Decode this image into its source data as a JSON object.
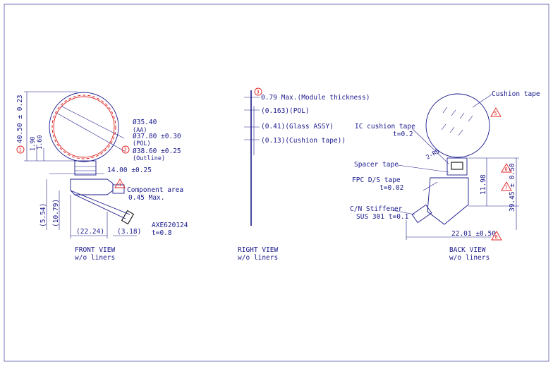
{
  "views": {
    "front": {
      "title": "FRONT VIEW",
      "subtitle": "w/o liners"
    },
    "right": {
      "title": "RIGHT VIEW",
      "subtitle": "w/o liners"
    },
    "back": {
      "title": "BACK VIEW",
      "subtitle": "w/o liners"
    }
  },
  "front": {
    "dim_height": "40.50 ± 0.23",
    "dim_190": "1.90",
    "dim_160": "1.60",
    "dim_aa": "Ø35.40",
    "aa_label": "(AA)",
    "dim_pol": "Ø37.80 ±0.30",
    "pol_label": "(POL)",
    "dim_outline": "Ø38.60 ±0.25",
    "outline_label": "(Outline)",
    "dim_neck": "14.00 ±0.25",
    "component_line1": "Component area",
    "component_line2": "0.45 Max.",
    "dim_554": "(5.54)",
    "dim_1079": "(10.79)",
    "dim_2224": "(22.24)",
    "dim_318": "(3.18)",
    "part_no": "AXE620124",
    "part_t": "t=0.8"
  },
  "right": {
    "module_thickness": "0.79 Max.(Module thickness)",
    "pol": "(0.163)(POL)",
    "glass": "(0.41)(Glass ASSY)",
    "cushion": "(0.13)(Cushion tape))"
  },
  "back": {
    "cushion_tape": "Cushion tape",
    "ic_cushion_line1": "IC cushion tape",
    "ic_cushion_line2": "t=0.2",
    "r5": "2-R5",
    "spacer_tape": "Spacer tape",
    "fpc_line1": "FPC D/S tape",
    "fpc_line2": "t=0.02",
    "dim_1198": "11.98",
    "dim_3945": "39.45 ± 0.50",
    "stiffener_line1": "C/N Stiffener",
    "stiffener_line2": "SUS 301 t=0.1",
    "dim_2201": "22.01 ±0.50"
  },
  "marks": {
    "m1": "1",
    "m2": "2",
    "m3": "3",
    "m4": "4",
    "m5": "5",
    "m6": "6",
    "m7": "7",
    "m8": "8"
  }
}
